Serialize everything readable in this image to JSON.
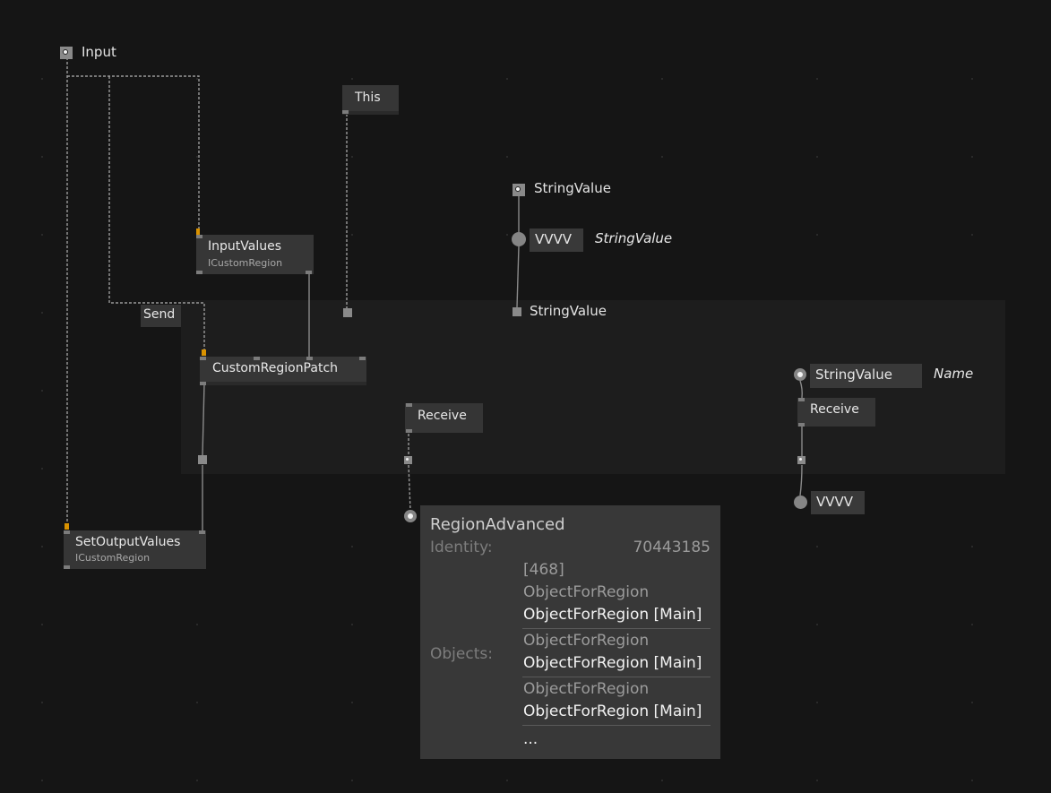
{
  "canvas": {
    "background": "#151515",
    "region_background": "#1d1d1d",
    "wire_color": "#8a8a8a",
    "dashed_wire_color": "#9a9a9a",
    "accent_port": "#d99200"
  },
  "pads": {
    "input_label": "Input",
    "stringvalue_top": "StringValue",
    "stringvalue_mid": "StringValue",
    "stringvalue_right": "StringValue",
    "stringvalue_right_pin": "Name",
    "vvvv_top": "VVVV",
    "vvvv_top_pin": "StringValue",
    "vvvv_bottom": "VVVV"
  },
  "nodes": {
    "this": "This",
    "inputvalues": {
      "title": "InputValues",
      "subtitle": "ICustomRegion"
    },
    "send": "Send",
    "customregionpatch": "CustomRegionPatch",
    "receive_left": "Receive",
    "receive_right": "Receive",
    "setoutputvalues": {
      "title": "SetOutputValues",
      "subtitle": "ICustomRegion"
    }
  },
  "tooltip": {
    "title": "RegionAdvanced",
    "identity_label": "Identity:",
    "identity_value": "70443185",
    "count": "[468]",
    "objects_label": "Objects:",
    "objects": [
      {
        "type": "ObjectForRegion",
        "value": "ObjectForRegion [Main]"
      },
      {
        "type": "ObjectForRegion",
        "value": "ObjectForRegion [Main]"
      },
      {
        "type": "ObjectForRegion",
        "value": "ObjectForRegion [Main]"
      }
    ],
    "more": "..."
  }
}
